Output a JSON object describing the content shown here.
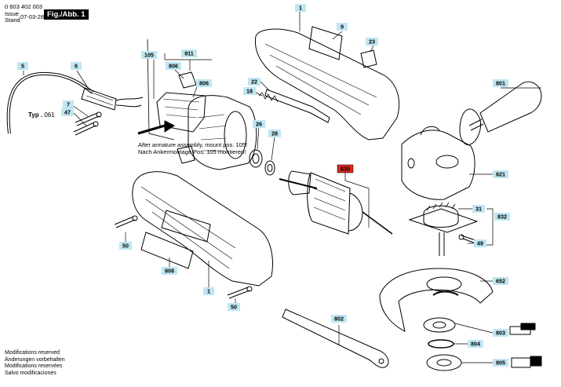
{
  "header": {
    "part_number": "0 603 402 003",
    "issue_label": "Issue",
    "stand_label": "Stand",
    "date": "07-03-28",
    "figure": "Fig./Abb. 1"
  },
  "type_label": {
    "prefix": "Typ .",
    "value": "061"
  },
  "notes": {
    "en": "After armature assembly, mount pos. 105!",
    "de": "Nach Ankermontage Pos. 105 montieren!"
  },
  "modifications": [
    "Modifications reserved",
    "Änderungen vorbehalten",
    "Modifications reservées",
    "Salvo modificaciones"
  ],
  "callouts": {
    "c1a": "1",
    "c1b": "1",
    "c5": "5",
    "c6": "6",
    "c7": "7",
    "c47": "47",
    "c9": "9",
    "c18": "18",
    "c22": "22",
    "c23": "23",
    "c26": "26",
    "c28": "28",
    "c31": "31",
    "c49": "49",
    "c50a": "50",
    "c50b": "50",
    "c105": "105",
    "c801": "801",
    "c802": "802",
    "c803": "803",
    "c804": "804",
    "c805": "805",
    "c806a": "806",
    "c806b": "806",
    "c808": "808",
    "c811": "811",
    "c821": "821",
    "c830": "830",
    "c832": "832",
    "c652": "652"
  },
  "colors": {
    "callout_fill": "#bfe6f2",
    "highlight_fill": "#d9261c",
    "line": "#000000"
  }
}
